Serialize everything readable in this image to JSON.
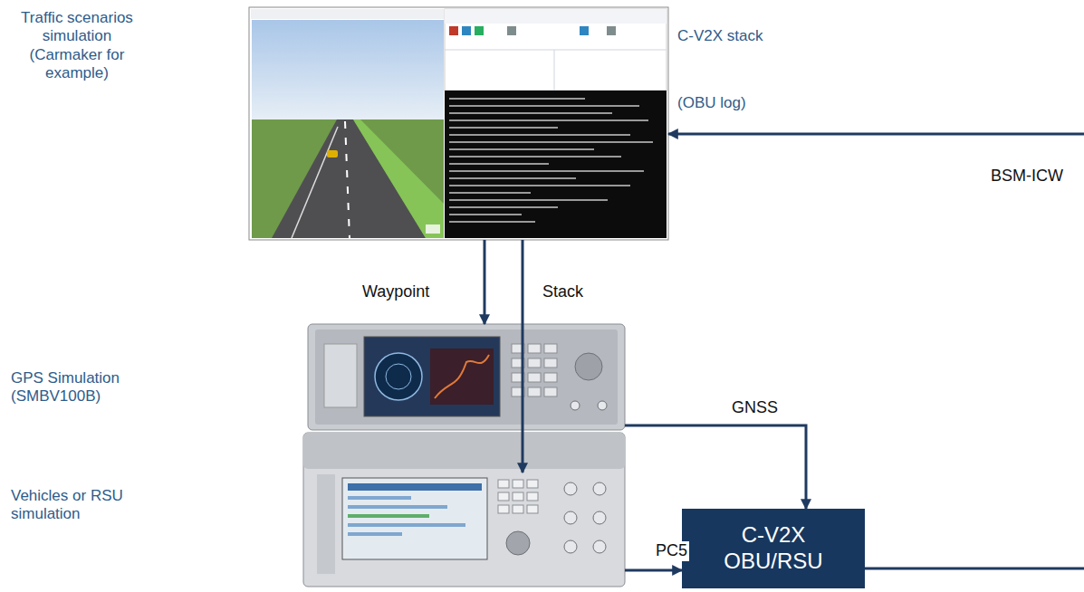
{
  "diagram": {
    "nodes": [
      {
        "text": [
          "Traffic scenarios simulation (Carmaker for example)",
          "C-V2X stack",
          "(OBU log)"
        ]
      },
      {
        "text": [
          "GPS Simulation (SMBV100B)"
        ]
      },
      {
        "text": [
          "Vehicles or RSU simulation"
        ]
      },
      {
        "text": [
          "C-V2X OBU/RSU"
        ]
      }
    ],
    "edges": [
      {
        "from": 0,
        "to": 1,
        "label": "Waypoint",
        "arrow": "to"
      },
      {
        "from": 0,
        "to": 2,
        "label": "Stack",
        "arrow": "to"
      },
      {
        "from": 1,
        "to": 3,
        "label": "GNSS",
        "arrow": "to"
      },
      {
        "from": 2,
        "to": 3,
        "label": "PC5",
        "arrow": "to"
      },
      {
        "from": 3,
        "to": 0,
        "label": "BSM-ICW",
        "arrow": "to"
      }
    ]
  }
}
